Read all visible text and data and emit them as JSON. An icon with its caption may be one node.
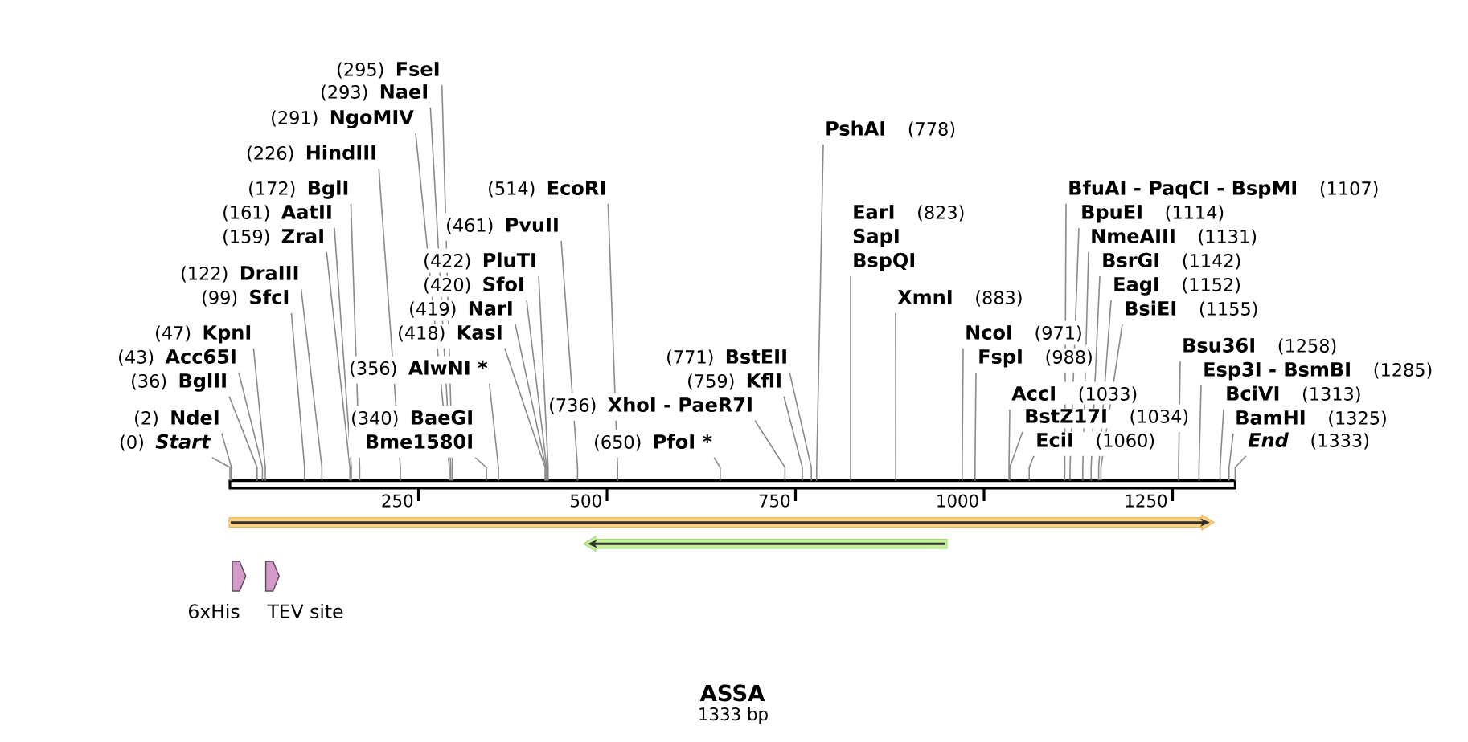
{
  "diagram": {
    "title": "ASSA",
    "caption": "1333 bp",
    "nodes": [
      {
        "text": [
          "(0)",
          "Start"
        ]
      },
      {
        "text": [
          "(2)",
          "NdeI"
        ]
      },
      {
        "text": [
          "(36)",
          "BglII"
        ]
      },
      {
        "text": [
          "(43)",
          "Acc65I"
        ]
      },
      {
        "text": [
          "(47)",
          "KpnI"
        ]
      },
      {
        "text": [
          "(99)",
          "SfcI"
        ]
      },
      {
        "text": [
          "(122)",
          "DraIII"
        ]
      },
      {
        "text": [
          "(159)",
          "ZraI"
        ]
      },
      {
        "text": [
          "(161)",
          "AatII"
        ]
      },
      {
        "text": [
          "(172)",
          "BglI"
        ]
      },
      {
        "text": [
          "(226)",
          "HindIII"
        ]
      },
      {
        "text": [
          "(291)",
          "NgoMIV"
        ]
      },
      {
        "text": [
          "(293)",
          "NaeI"
        ]
      },
      {
        "text": [
          "(295)",
          "FseI"
        ]
      },
      {
        "text": [
          "(340)",
          "BaeGI",
          "Bme1580I"
        ]
      },
      {
        "text": [
          "(356)",
          "AlwNI *"
        ]
      },
      {
        "text": [
          "(418)",
          "KasI"
        ]
      },
      {
        "text": [
          "(419)",
          "NarI"
        ]
      },
      {
        "text": [
          "(420)",
          "SfoI"
        ]
      },
      {
        "text": [
          "(422)",
          "PluTI"
        ]
      },
      {
        "text": [
          "(461)",
          "PvuII"
        ]
      },
      {
        "text": [
          "(514)",
          "EcoRI"
        ]
      },
      {
        "text": [
          "(650)",
          "PfoI *"
        ]
      },
      {
        "text": [
          "(736)",
          "XhoI - PaeR7I"
        ]
      },
      {
        "text": [
          "(759)",
          "KflI"
        ]
      },
      {
        "text": [
          "(771)",
          "BstEII"
        ]
      },
      {
        "text": [
          "PshAI",
          "(778)"
        ]
      },
      {
        "text": [
          "EarI",
          "(823)",
          "SapI",
          "BspQI"
        ]
      },
      {
        "text": [
          "XmnI",
          "(883)"
        ]
      },
      {
        "text": [
          "NcoI",
          "(971)"
        ]
      },
      {
        "text": [
          "FspI",
          "(988)"
        ]
      },
      {
        "text": [
          "AccI",
          "(1033)"
        ]
      },
      {
        "text": [
          "BstZ17I",
          "(1034)"
        ]
      },
      {
        "text": [
          "EciI",
          "(1060)"
        ]
      },
      {
        "text": [
          "BfuAI - PaqCI - BspMI",
          "(1107)"
        ]
      },
      {
        "text": [
          "BpuEI",
          "(1114)"
        ]
      },
      {
        "text": [
          "NmeAIII",
          "(1131)"
        ]
      },
      {
        "text": [
          "BsrGI",
          "(1142)"
        ]
      },
      {
        "text": [
          "EagI",
          "(1152)"
        ]
      },
      {
        "text": [
          "BsiEI",
          "(1155)"
        ]
      },
      {
        "text": [
          "Bsu36I",
          "(1258)"
        ]
      },
      {
        "text": [
          "Esp3I - BsmBI",
          "(1285)"
        ]
      },
      {
        "text": [
          "BciVI",
          "(1313)"
        ]
      },
      {
        "text": [
          "BamHI",
          "(1325)"
        ]
      },
      {
        "text": [
          "End",
          "(1333)"
        ]
      },
      {
        "text": [],
        "shape": "bar"
      },
      {
        "text": [
          "6xHis"
        ]
      },
      {
        "text": [
          "TEV site"
        ]
      }
    ],
    "edges": [
      {
        "from": 0,
        "to": 45,
        "arrow": "none"
      },
      {
        "from": 1,
        "to": 45,
        "arrow": "none"
      },
      {
        "from": 2,
        "to": 45,
        "arrow": "none"
      },
      {
        "from": 3,
        "to": 45,
        "arrow": "none"
      },
      {
        "from": 4,
        "to": 45,
        "arrow": "none"
      },
      {
        "from": 5,
        "to": 45,
        "arrow": "none"
      },
      {
        "from": 6,
        "to": 45,
        "arrow": "none"
      },
      {
        "from": 7,
        "to": 45,
        "arrow": "none"
      },
      {
        "from": 8,
        "to": 45,
        "arrow": "none"
      },
      {
        "from": 9,
        "to": 45,
        "arrow": "none"
      },
      {
        "from": 10,
        "to": 45,
        "arrow": "none"
      },
      {
        "from": 11,
        "to": 45,
        "arrow": "none"
      },
      {
        "from": 12,
        "to": 45,
        "arrow": "none"
      },
      {
        "from": 13,
        "to": 45,
        "arrow": "none"
      },
      {
        "from": 14,
        "to": 45,
        "arrow": "none"
      },
      {
        "from": 15,
        "to": 45,
        "arrow": "none"
      },
      {
        "from": 16,
        "to": 45,
        "arrow": "none"
      },
      {
        "from": 17,
        "to": 45,
        "arrow": "none"
      },
      {
        "from": 18,
        "to": 45,
        "arrow": "none"
      },
      {
        "from": 19,
        "to": 45,
        "arrow": "none"
      },
      {
        "from": 20,
        "to": 45,
        "arrow": "none"
      },
      {
        "from": 21,
        "to": 45,
        "arrow": "none"
      },
      {
        "from": 22,
        "to": 45,
        "arrow": "none"
      },
      {
        "from": 23,
        "to": 45,
        "arrow": "none"
      },
      {
        "from": 24,
        "to": 45,
        "arrow": "none"
      },
      {
        "from": 25,
        "to": 45,
        "arrow": "none"
      },
      {
        "from": 26,
        "to": 45,
        "arrow": "none"
      },
      {
        "from": 27,
        "to": 45,
        "arrow": "none"
      },
      {
        "from": 28,
        "to": 45,
        "arrow": "none"
      },
      {
        "from": 29,
        "to": 45,
        "arrow": "none"
      },
      {
        "from": 30,
        "to": 45,
        "arrow": "none"
      },
      {
        "from": 31,
        "to": 45,
        "arrow": "none"
      },
      {
        "from": 32,
        "to": 45,
        "arrow": "none"
      },
      {
        "from": 33,
        "to": 45,
        "arrow": "none"
      },
      {
        "from": 34,
        "to": 45,
        "arrow": "none"
      },
      {
        "from": 35,
        "to": 45,
        "arrow": "none"
      },
      {
        "from": 36,
        "to": 45,
        "arrow": "none"
      },
      {
        "from": 37,
        "to": 45,
        "arrow": "none"
      },
      {
        "from": 38,
        "to": 45,
        "arrow": "none"
      },
      {
        "from": 39,
        "to": 45,
        "arrow": "none"
      },
      {
        "from": 40,
        "to": 45,
        "arrow": "none"
      },
      {
        "from": 41,
        "to": 45,
        "arrow": "none"
      },
      {
        "from": 42,
        "to": 45,
        "arrow": "none"
      },
      {
        "from": 43,
        "to": 45,
        "arrow": "none"
      },
      {
        "from": 44,
        "to": 45,
        "arrow": "none"
      }
    ],
    "labels": [
      "250",
      "500",
      "750",
      "1000",
      "1250"
    ]
  }
}
